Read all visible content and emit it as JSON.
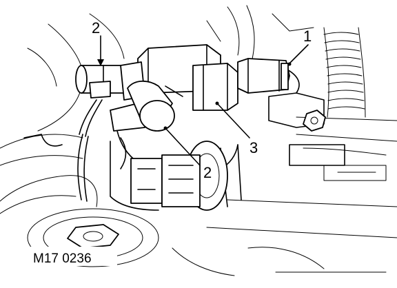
{
  "figure": {
    "callouts": {
      "label_1": "1",
      "label_2_top": "2",
      "label_2_center": "2",
      "label_3": "3"
    },
    "figure_code": "M17 0236"
  }
}
